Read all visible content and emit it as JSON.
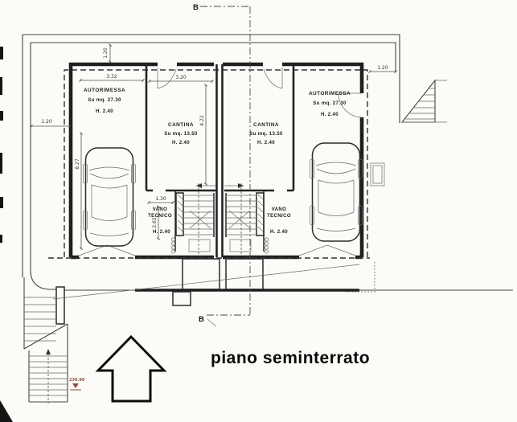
{
  "title": {
    "floor_label": "piano seminterrato"
  },
  "markers": {
    "section": "B",
    "level": "236.90"
  },
  "rooms": {
    "garage_left": {
      "name": "AUTORIMESSA",
      "area": "Su mq. 27.30",
      "height": "H. 2.40"
    },
    "cantina_left": {
      "name": "CANTINA",
      "area": "Su mq. 13.50",
      "height": "H. 2.40"
    },
    "cantina_right": {
      "name": "CANTINA",
      "area": "Su mq. 13.50",
      "height": "H. 2.40"
    },
    "garage_right": {
      "name": "AUTORIMESSA",
      "area": "Su mq. 27.30",
      "height": "H. 2.40"
    },
    "vano_left": {
      "name_line1": "VANO",
      "name_line2": "TECNICO",
      "height": "H. 2.40"
    },
    "vano_right": {
      "name_line1": "VANO",
      "name_line2": "TECNICO",
      "height": "H. 2.40"
    }
  },
  "dimensions": {
    "top_left_offset": "1.20",
    "left_offset": "1.20",
    "garage_width": "3.32",
    "cantina_width": "3.20",
    "cantina_depth": "4.22",
    "garage_depth": "8.27",
    "vano_width": "1.30",
    "vano_depth": "2.65",
    "top_right_offset": "1.20"
  },
  "colors": {
    "ink": "#1f1f1f",
    "paper": "#fcfbf7",
    "level_marker": "#8a4f3d"
  }
}
